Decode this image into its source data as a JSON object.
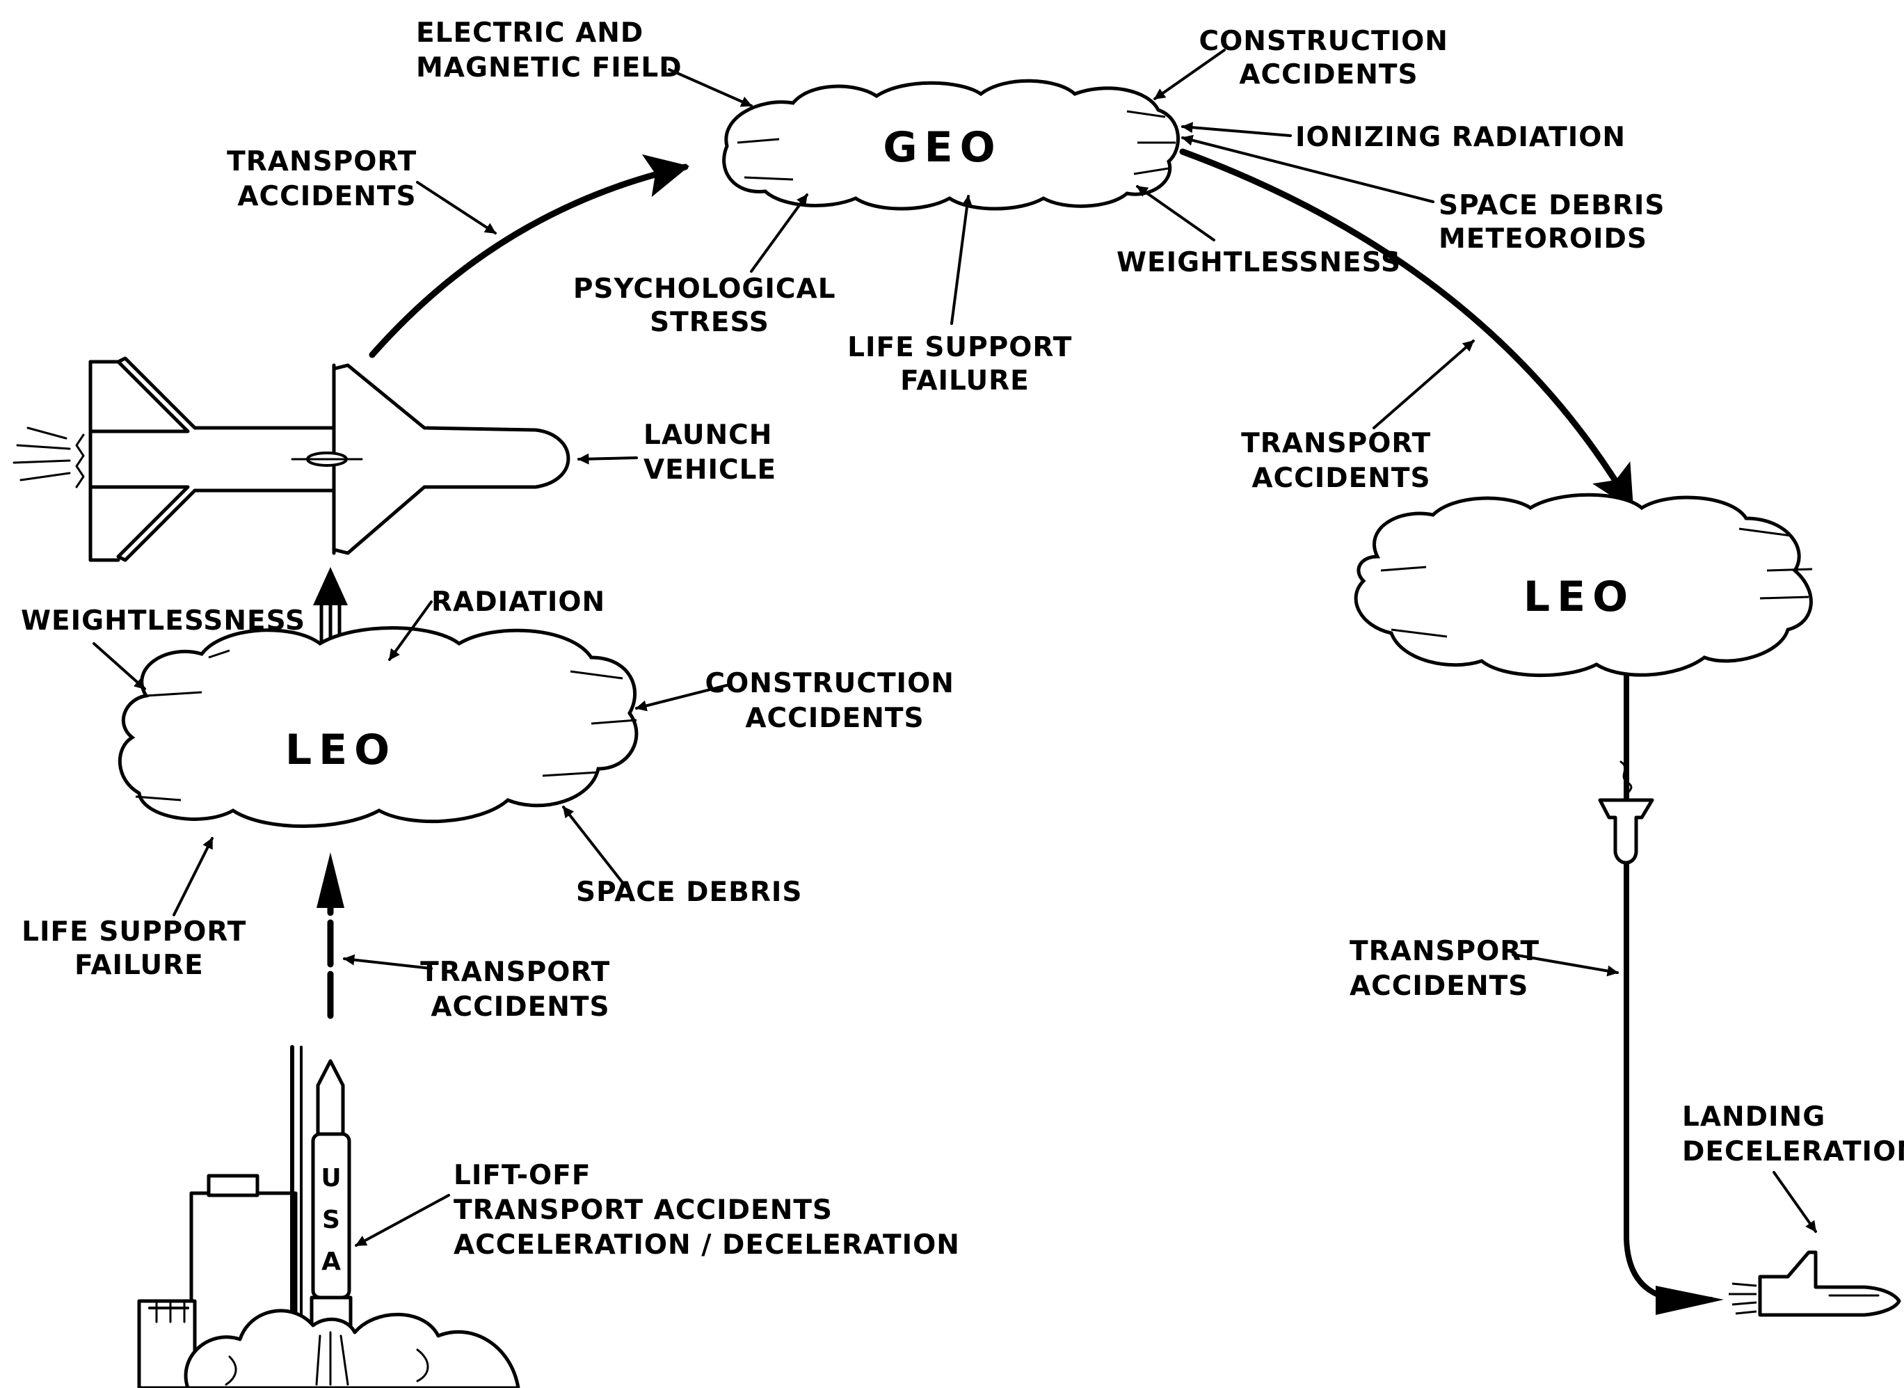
{
  "nodes": {
    "geo": "GEO",
    "leo_left": "LEO",
    "leo_right": "LEO",
    "rocket_text": [
      "U",
      "S",
      "A"
    ]
  },
  "labels": {
    "electric_magnetic": [
      "ELECTRIC AND",
      "MAGNETIC FIELD"
    ],
    "construction_geo": [
      "CONSTRUCTION",
      "ACCIDENTS"
    ],
    "ionizing": [
      "IONIZING RADIATION"
    ],
    "debris_meteoroids": [
      "SPACE DEBRIS",
      "METEOROIDS"
    ],
    "weightless_geo": [
      "WEIGHTLESSNESS"
    ],
    "life_support_geo": [
      "LIFE SUPPORT",
      "FAILURE"
    ],
    "psych_stress": [
      "PSYCHOLOGICAL",
      "STRESS"
    ],
    "transport_up": [
      "TRANSPORT",
      "ACCIDENTS"
    ],
    "launch_vehicle": [
      "LAUNCH",
      "VEHICLE"
    ],
    "transport_down": [
      "TRANSPORT",
      "ACCIDENTS"
    ],
    "weightless_leo": [
      "WEIGHTLESSNESS"
    ],
    "radiation": [
      "RADIATION"
    ],
    "construction_leo": [
      "CONSTRUCTION",
      "ACCIDENTS"
    ],
    "space_debris": [
      "SPACE DEBRIS"
    ],
    "life_support_leo": [
      "LIFE SUPPORT",
      "FAILURE"
    ],
    "transport_lift": [
      "TRANSPORT",
      "ACCIDENTS"
    ],
    "liftoff": [
      "LIFT-OFF",
      "TRANSPORT ACCIDENTS",
      "ACCELERATION / DECELERATION"
    ],
    "transport_landing": [
      "TRANSPORT",
      "ACCIDENTS"
    ],
    "landing": [
      "LANDING",
      "DECELERATION"
    ]
  }
}
